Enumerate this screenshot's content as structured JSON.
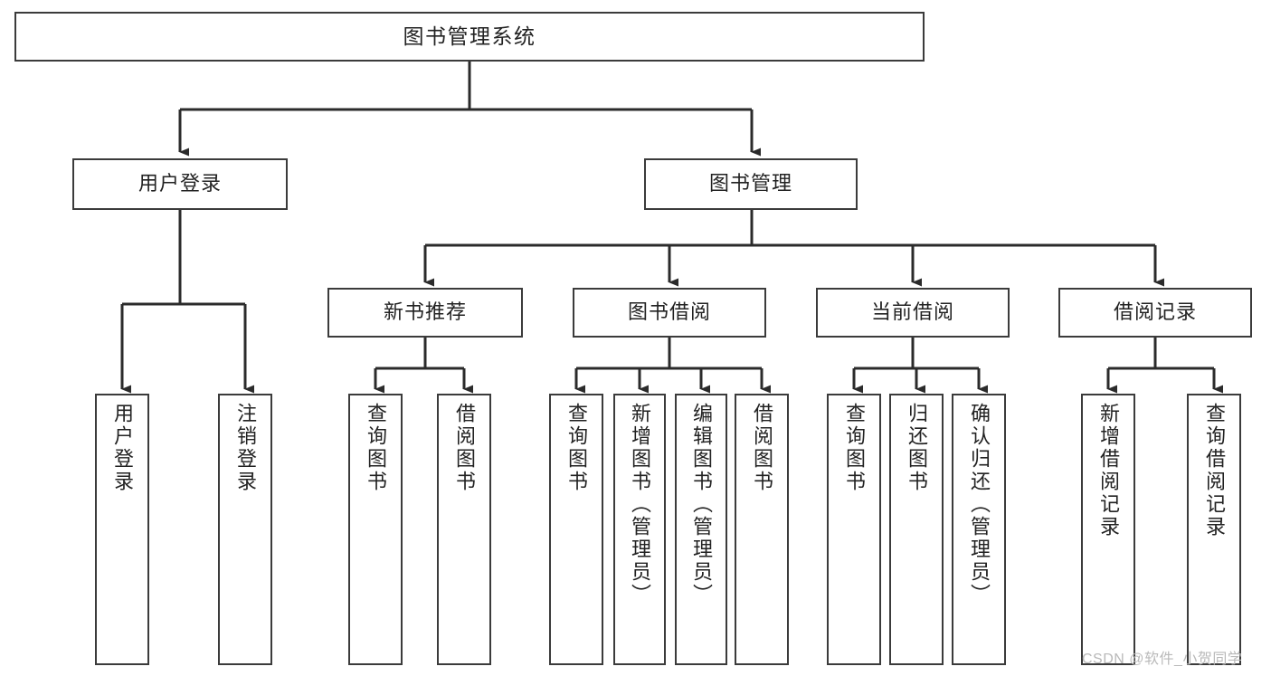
{
  "diagram": {
    "type": "tree-hierarchy",
    "title": "图书管理系统",
    "watermark": "CSDN @软件_小贺同学",
    "colors": {
      "background": "#ffffff",
      "node_border": "#3b3b3b",
      "node_fill": "#ffffff",
      "edge": "#2b2b2b",
      "text": "#222222",
      "watermark": "#b9b9b9"
    },
    "nodes": {
      "root": {
        "label": "图书管理系统"
      },
      "level1": [
        {
          "id": "user-login",
          "label": "用户登录"
        },
        {
          "id": "book-manage",
          "label": "图书管理"
        }
      ],
      "level2": [
        {
          "id": "new-book-recommend",
          "label": "新书推荐"
        },
        {
          "id": "book-borrow",
          "label": "图书借阅"
        },
        {
          "id": "current-borrow",
          "label": "当前借阅"
        },
        {
          "id": "borrow-record",
          "label": "借阅记录"
        }
      ],
      "leaves": {
        "user-login": [
          {
            "id": "leaf-user-login",
            "label": "用户登录"
          },
          {
            "id": "leaf-user-logout",
            "label": "注销登录"
          }
        ],
        "new-book-recommend": [
          {
            "id": "leaf-query-book-1",
            "label": "查询图书"
          },
          {
            "id": "leaf-borrow-book-1",
            "label": "借阅图书"
          }
        ],
        "book-borrow": [
          {
            "id": "leaf-query-book-2",
            "label": "查询图书"
          },
          {
            "id": "leaf-add-book",
            "label": "新增图书（管理员）"
          },
          {
            "id": "leaf-edit-book",
            "label": "编辑图书（管理员）"
          },
          {
            "id": "leaf-borrow-book-2",
            "label": "借阅图书"
          }
        ],
        "current-borrow": [
          {
            "id": "leaf-query-book-3",
            "label": "查询图书"
          },
          {
            "id": "leaf-return-book",
            "label": "归还图书"
          },
          {
            "id": "leaf-confirm-return",
            "label": "确认归还（管理员）"
          }
        ],
        "borrow-record": [
          {
            "id": "leaf-add-record",
            "label": "新增借阅记录"
          },
          {
            "id": "leaf-query-record",
            "label": "查询借阅记录"
          }
        ]
      }
    }
  }
}
